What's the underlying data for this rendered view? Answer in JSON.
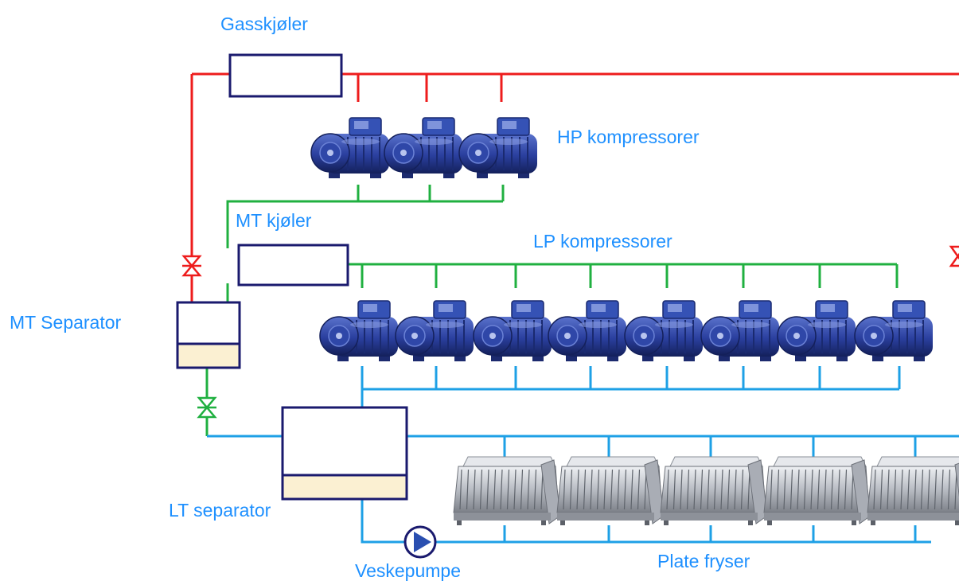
{
  "colors": {
    "label": "#1e90ff",
    "hp_line": "#ee1c1c",
    "mt_line": "#20b040",
    "lt_line": "#1ea0e6",
    "component_border": "#1a1a6e",
    "liquid": "#fbf0d2",
    "compressor_body": "#2a3f9e",
    "pump": "#2a4fb0"
  },
  "labels": {
    "gas_cooler": "Gasskjøler",
    "hp_compressors": "HP kompressorer",
    "mt_cooler": "MT kjøler",
    "lp_compressors": "LP kompressorer",
    "mt_separator": "MT Separator",
    "lt_separator": "LT separator",
    "pump": "Veskepumpe",
    "plate_freezer": "Plate fryser"
  },
  "counts": {
    "hp_compressors": 3,
    "lp_compressors": 8,
    "plate_freezers": 5
  },
  "icons": {
    "compressor": "compressor-icon",
    "plate_freezer": "plate-freezer-icon",
    "pump": "pump-icon",
    "valve": "valve-icon"
  }
}
